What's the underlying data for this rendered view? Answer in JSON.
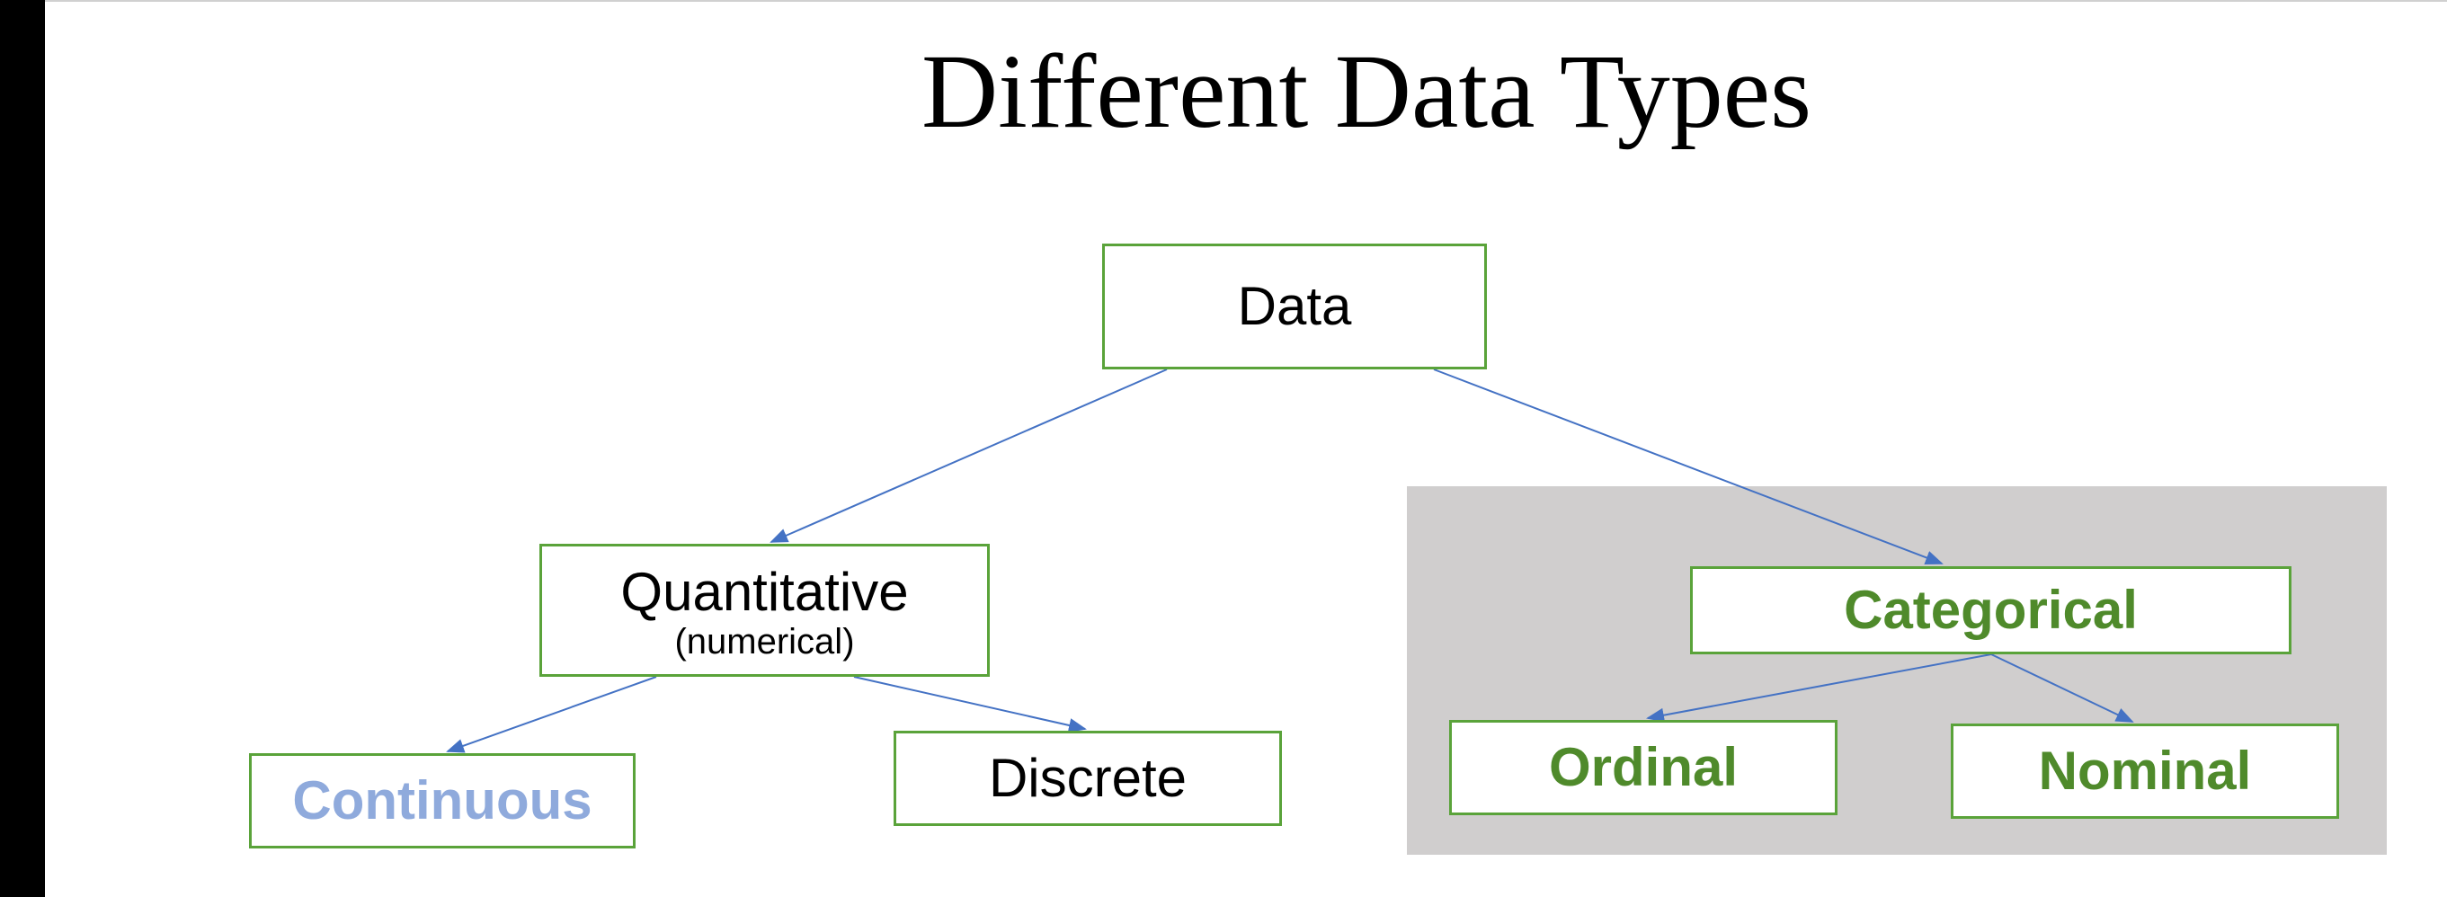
{
  "title": "Different Data Types",
  "colors": {
    "node_border": "#5aa33a",
    "edge": "#4472c4",
    "categorical_text": "#4f8a2b",
    "continuous_text": "#8faadc",
    "panel_bg": "#d0cece",
    "left_bar": "#000000"
  },
  "nodes": {
    "data": {
      "label": "Data"
    },
    "quantitative": {
      "label": "Quantitative",
      "sublabel": "(numerical)"
    },
    "continuous": {
      "label": "Continuous"
    },
    "discrete": {
      "label": "Discrete"
    },
    "categorical": {
      "label": "Categorical"
    },
    "ordinal": {
      "label": "Ordinal"
    },
    "nominal": {
      "label": "Nominal"
    }
  },
  "edges": [
    {
      "from": "data",
      "to": "quantitative"
    },
    {
      "from": "data",
      "to": "categorical"
    },
    {
      "from": "quantitative",
      "to": "continuous"
    },
    {
      "from": "quantitative",
      "to": "discrete"
    },
    {
      "from": "categorical",
      "to": "ordinal"
    },
    {
      "from": "categorical",
      "to": "nominal"
    }
  ]
}
